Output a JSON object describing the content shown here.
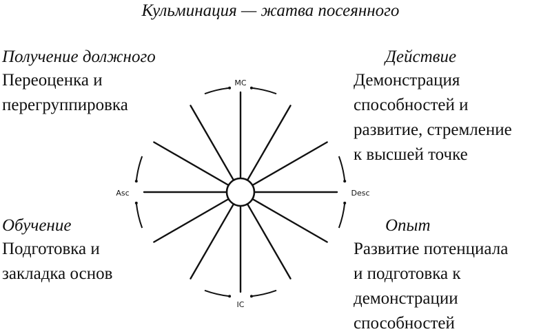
{
  "title": "Кульминация — жатва посеянного",
  "quadrants": {
    "top_left": {
      "heading": "Получение должного",
      "lines": [
        "Переоценка и",
        "перегруппировка"
      ]
    },
    "top_right": {
      "heading": "Действие",
      "lines": [
        "Демонстрация",
        "способностей и",
        "развитие, стремление",
        "к высшей точке"
      ]
    },
    "bottom_left": {
      "heading": "Обучение",
      "lines": [
        "Подготовка и",
        "закладка основ"
      ]
    },
    "bottom_right": {
      "heading": "Опыт",
      "lines": [
        "Развитие потенциала",
        "и подготовка к",
        "демонстрации",
        "способностей"
      ]
    }
  },
  "wheel": {
    "spokes": 12,
    "axes": {
      "top": "MC",
      "bottom": "IC",
      "left": "Asc",
      "right": "Desc"
    }
  }
}
